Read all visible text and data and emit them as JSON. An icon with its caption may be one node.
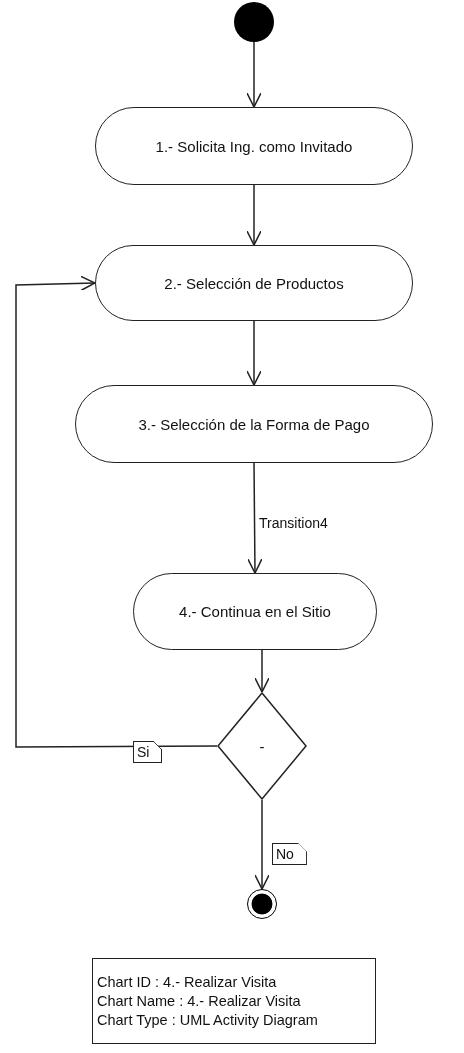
{
  "diagram": {
    "nodes": [
      {
        "text": [],
        "shape": "circle"
      },
      {
        "text": [
          "1.- Solicita Ing. como Invitado"
        ]
      },
      {
        "text": [
          "2.- Selección de Productos"
        ]
      },
      {
        "text": [
          "3.- Selección de la Forma de Pago"
        ]
      },
      {
        "text": [
          "4.- Continua en el Sitio"
        ]
      },
      {
        "text": [
          "-"
        ]
      },
      {
        "text": [],
        "shape": "circle"
      },
      {
        "text": [
          "Chart ID : 4.- Realizar Visita",
          "Chart Name : 4.- Realizar Visita",
          "Chart Type : UML Activity Diagram"
        ]
      }
    ],
    "edges": [
      {
        "from": 0,
        "to": 1,
        "arrow": "to"
      },
      {
        "from": 1,
        "to": 2,
        "arrow": "to"
      },
      {
        "from": 2,
        "to": 3,
        "arrow": "to"
      },
      {
        "from": 3,
        "to": 4,
        "arrow": "to",
        "label": "Transition4"
      },
      {
        "from": 4,
        "to": 5,
        "arrow": "to"
      },
      {
        "from": 5,
        "to": 2,
        "arrow": "to",
        "label": "Si"
      },
      {
        "from": 5,
        "to": 6,
        "arrow": "to",
        "label": "No"
      }
    ]
  }
}
